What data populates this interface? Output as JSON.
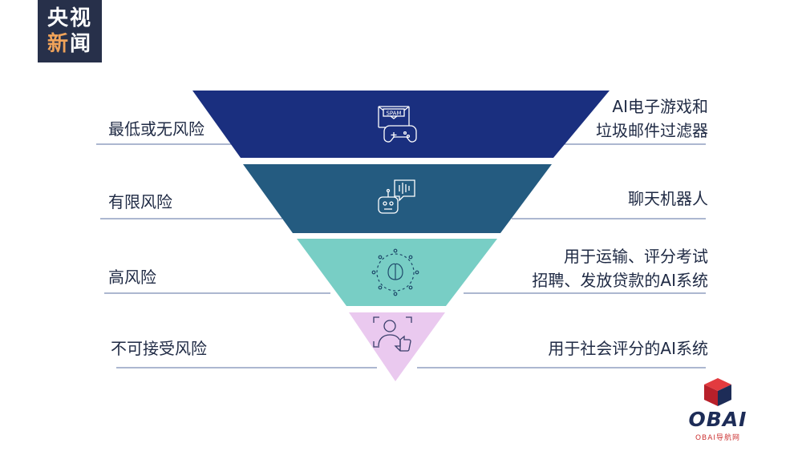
{
  "logo": {
    "line1": "央视",
    "line2a": "新",
    "line2b": "闻"
  },
  "tiers": [
    {
      "left_label": "最低或无风险",
      "right_lines": [
        "AI电子游戏和",
        "垃圾邮件过滤器"
      ],
      "color": "#1a2f7f",
      "icon": "spam-game-icon",
      "icon_text": "SPAM"
    },
    {
      "left_label": "有限风险",
      "right_lines": [
        "聊天机器人"
      ],
      "color": "#245b80",
      "icon": "chatbot-icon"
    },
    {
      "left_label": "高风险",
      "right_lines": [
        "用于运输、评分考试",
        "招聘、发放贷款的AI系统"
      ],
      "color": "#78cec5",
      "icon": "brain-network-icon"
    },
    {
      "left_label": "不可接受风险",
      "right_lines": [
        "用于社会评分的AI系统"
      ],
      "color": "#eac9ef",
      "icon": "person-thumbs-down-icon"
    }
  ],
  "watermark": {
    "text": "OBAI",
    "subtext": "OBAI导航网",
    "accent": "#d8272c"
  }
}
